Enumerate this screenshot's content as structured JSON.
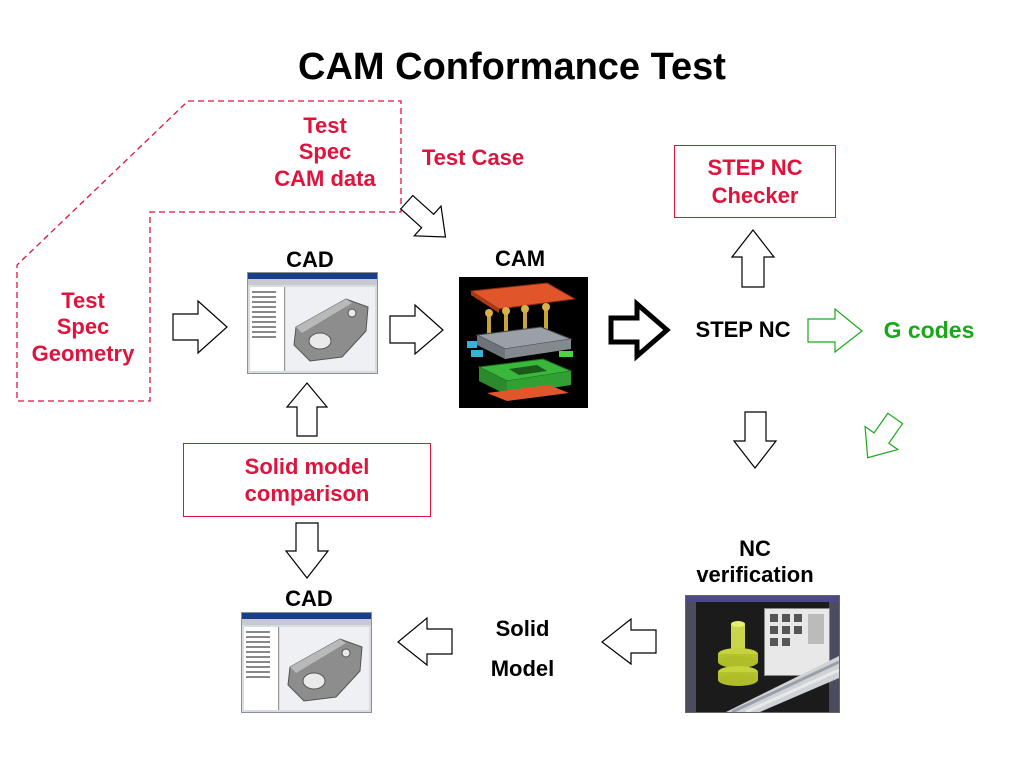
{
  "title": "CAM Conformance Test",
  "test_spec_cam": {
    "line1": "Test",
    "line2": "Spec",
    "line3": "CAM data"
  },
  "test_case": "Test Case",
  "test_spec_geometry": {
    "line1": "Test",
    "line2": "Spec",
    "line3": "Geometry"
  },
  "cad_top": "CAD",
  "cam": "CAM",
  "step_nc_checker": {
    "line1": "STEP NC",
    "line2": "Checker"
  },
  "step_nc": "STEP NC",
  "g_codes": "G codes",
  "solid_model_comparison": {
    "line1": "Solid model",
    "line2": "comparison"
  },
  "nc_verification": {
    "line1": "NC",
    "line2": "verification"
  },
  "cad_bottom": "CAD",
  "solid_model": {
    "line1": "Solid",
    "line2": "Model"
  },
  "colors": {
    "red": "#e0133d",
    "green": "#1aa81a",
    "black": "#000000"
  }
}
